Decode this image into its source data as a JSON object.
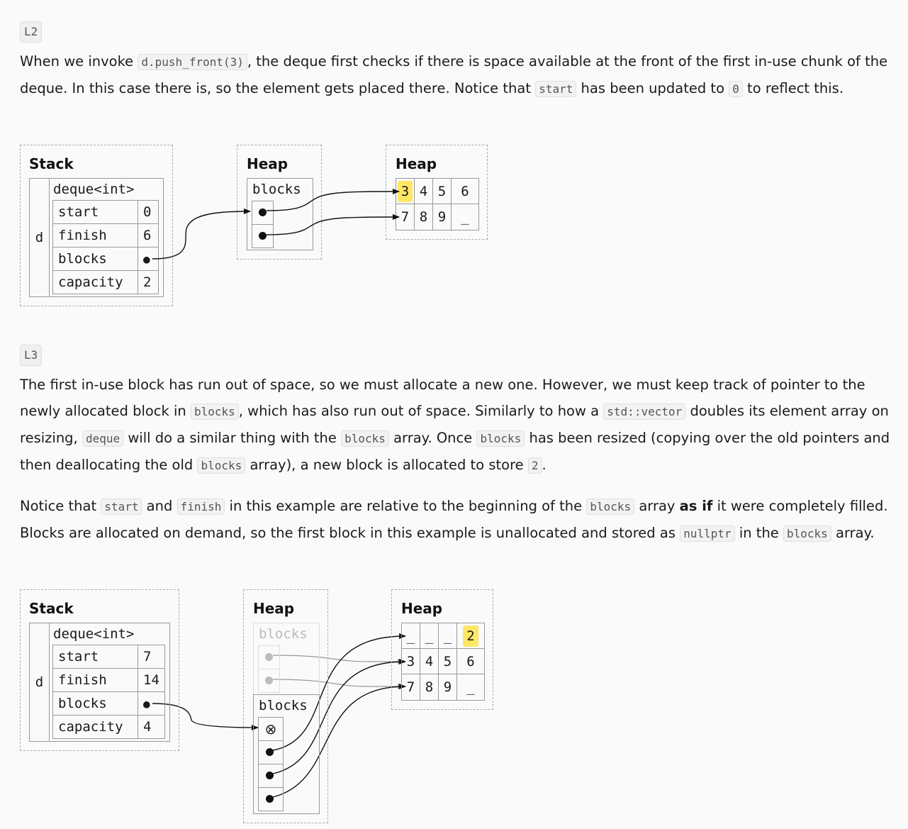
{
  "steps": [
    {
      "label": "L2",
      "paragraphs": [
        [
          {
            "t": "When we invoke "
          },
          {
            "c": "d.push_front(3)"
          },
          {
            "t": ", the deque first checks if there is space available at the front of the first in-use chunk of the deque. In this case there is, so the element gets placed there. Notice that "
          },
          {
            "c": "start"
          },
          {
            "t": " has been updated to "
          },
          {
            "c": "0"
          },
          {
            "t": " to reflect this."
          }
        ]
      ],
      "diagram": {
        "stack_title": "Stack",
        "heap1_title": "Heap",
        "heap2_title": "Heap",
        "var_name": "d",
        "type_label": "deque<int>",
        "fields": [
          {
            "name": "start",
            "value": "0"
          },
          {
            "name": "finish",
            "value": "6"
          },
          {
            "name": "blocks",
            "value": "●"
          },
          {
            "name": "capacity",
            "value": "2"
          }
        ],
        "blocks_label": "blocks",
        "rows": [
          [
            "3",
            "4",
            "5",
            "6"
          ],
          [
            "7",
            "8",
            "9",
            "_"
          ]
        ],
        "highlighted": "3"
      }
    },
    {
      "label": "L3",
      "paragraphs": [
        [
          {
            "t": "The first in-use block has run out of space, so we must allocate a new one. However, we must keep track of pointer to the newly allocated block in "
          },
          {
            "c": "blocks"
          },
          {
            "t": ", which has also run out of space. Similarly to how a "
          },
          {
            "c": "std::vector"
          },
          {
            "t": " doubles its element array on resizing, "
          },
          {
            "c": "deque"
          },
          {
            "t": " will do a similar thing with the "
          },
          {
            "c": "blocks"
          },
          {
            "t": " array. Once "
          },
          {
            "c": "blocks"
          },
          {
            "t": " has been resized (copying over the old pointers and then deallocating the old "
          },
          {
            "c": "blocks"
          },
          {
            "t": " array), a new block is allocated to store "
          },
          {
            "c": "2"
          },
          {
            "t": "."
          }
        ],
        [
          {
            "t": "Notice that "
          },
          {
            "c": "start"
          },
          {
            "t": " and "
          },
          {
            "c": "finish"
          },
          {
            "t": " in this example are relative to the beginning of the "
          },
          {
            "c": "blocks"
          },
          {
            "t": " array "
          },
          {
            "b": "as if"
          },
          {
            "t": " it were completely filled. Blocks are allocated on demand, so the first block in this example is unallocated and stored as "
          },
          {
            "c": "nullptr"
          },
          {
            "t": " in the "
          },
          {
            "c": "blocks"
          },
          {
            "t": " array."
          }
        ]
      ],
      "diagram": {
        "stack_title": "Stack",
        "heap1_title": "Heap",
        "heap2_title": "Heap",
        "var_name": "d",
        "type_label": "deque<int>",
        "fields": [
          {
            "name": "start",
            "value": "7"
          },
          {
            "name": "finish",
            "value": "14"
          },
          {
            "name": "blocks",
            "value": "●"
          },
          {
            "name": "capacity",
            "value": "4"
          }
        ],
        "old_blocks_label": "blocks",
        "new_blocks_label": "blocks",
        "null_symbol": "⊗",
        "rows": [
          [
            "_",
            "_",
            "_",
            "2"
          ],
          [
            "3",
            "4",
            "5",
            "6"
          ],
          [
            "7",
            "8",
            "9",
            "_"
          ]
        ],
        "highlighted": "2"
      }
    }
  ]
}
